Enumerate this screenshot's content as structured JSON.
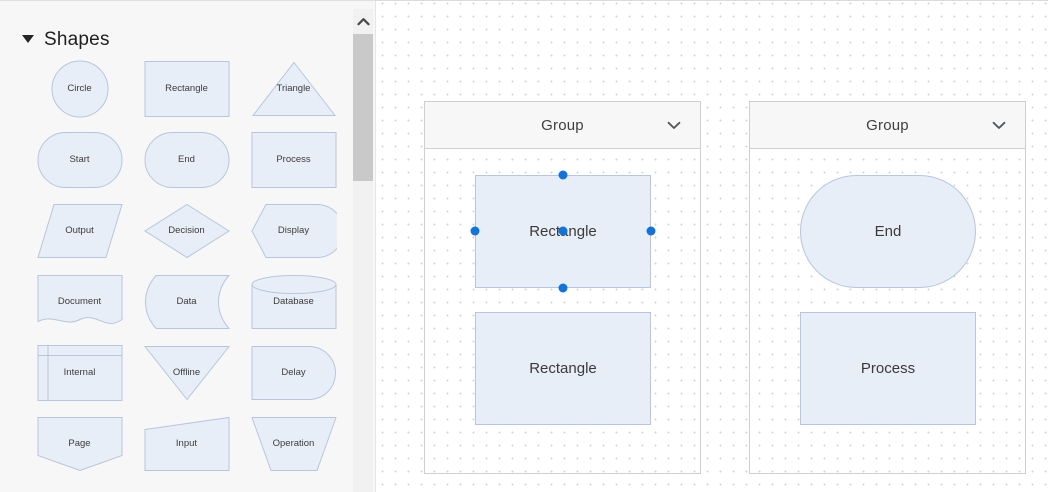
{
  "sidebar": {
    "section": {
      "title": "Shapes",
      "caret": "caret-down-icon",
      "expanded": true
    },
    "shapes": [
      {
        "name": "Circle",
        "label": "Circle",
        "art": "circle"
      },
      {
        "name": "Rectangle",
        "label": "Rectangle",
        "art": "rect"
      },
      {
        "name": "Triangle",
        "label": "Triangle",
        "art": "triangle"
      },
      {
        "name": "Start",
        "label": "Start",
        "art": "stadium"
      },
      {
        "name": "End",
        "label": "End",
        "art": "stadium"
      },
      {
        "name": "Process",
        "label": "Process",
        "art": "rect"
      },
      {
        "name": "Output",
        "label": "Output",
        "art": "parallelogram"
      },
      {
        "name": "Decision",
        "label": "Decision",
        "art": "diamond"
      },
      {
        "name": "Display",
        "label": "Display",
        "art": "display"
      },
      {
        "name": "Document",
        "label": "Document",
        "art": "document"
      },
      {
        "name": "Data",
        "label": "Data",
        "art": "data"
      },
      {
        "name": "Database",
        "label": "Database",
        "art": "database"
      },
      {
        "name": "Internal",
        "label": "Internal",
        "art": "internal"
      },
      {
        "name": "Offline",
        "label": "Offline",
        "art": "offline"
      },
      {
        "name": "Delay",
        "label": "Delay",
        "art": "delay"
      },
      {
        "name": "Page",
        "label": "Page",
        "art": "page"
      },
      {
        "name": "Input",
        "label": "Input",
        "art": "input"
      },
      {
        "name": "Operation",
        "label": "Operation",
        "art": "operation"
      }
    ],
    "scrollbar": {
      "up_arrow": "chevron-up-icon",
      "thumb": "scrollbar-thumb"
    }
  },
  "canvas": {
    "groups": [
      {
        "id": "group-1",
        "title": "Group",
        "collapse_icon": "chevron-down-icon",
        "nodes": [
          {
            "label": "Rectangle",
            "shape": "rect",
            "selected": true
          },
          {
            "label": "Rectangle",
            "shape": "rect",
            "selected": false
          }
        ]
      },
      {
        "id": "group-2",
        "title": "Group",
        "collapse_icon": "chevron-down-icon",
        "nodes": [
          {
            "label": "End",
            "shape": "stadium",
            "selected": false
          },
          {
            "label": "Process",
            "shape": "rect",
            "selected": false
          }
        ]
      }
    ],
    "selection": {
      "handles": [
        "top",
        "right",
        "bottom",
        "left",
        "center"
      ],
      "handle_color": "#1473d6"
    }
  },
  "colors": {
    "shape_fill": "#e8eef7",
    "shape_stroke": "#b7c6dd",
    "panel_header_bg": "#f7f7f7",
    "panel_border": "#cfcfcf",
    "sidebar_bg": "#f7f7f7",
    "grid_dot": "#d4d4d4",
    "selection_blue": "#1473d6"
  }
}
